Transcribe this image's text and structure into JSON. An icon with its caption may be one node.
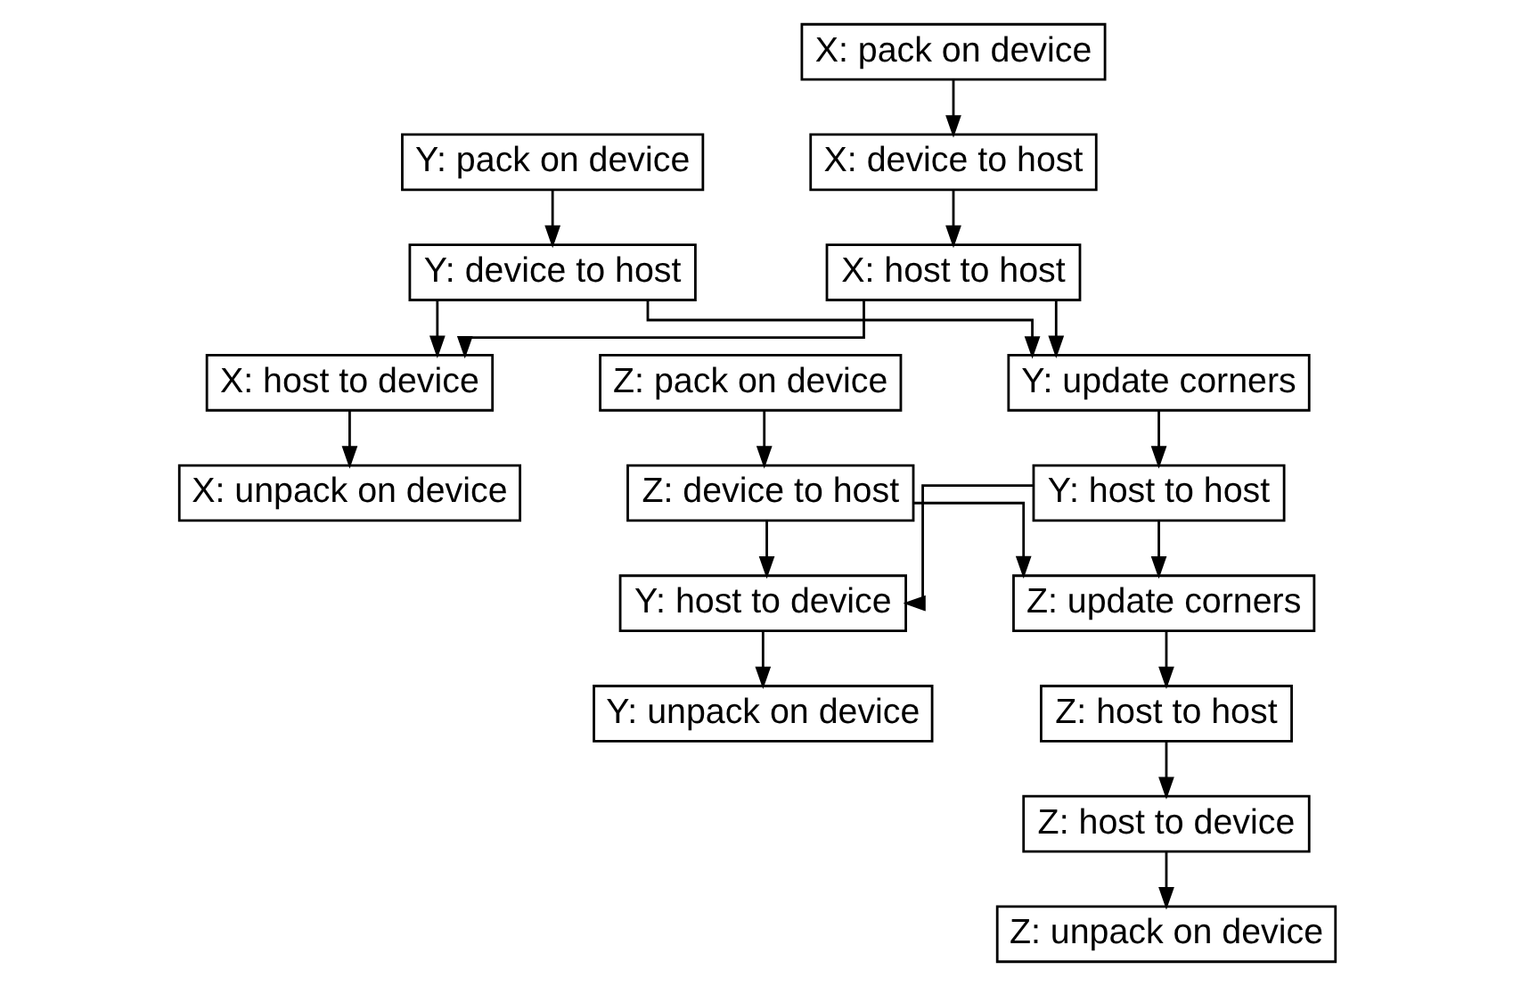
{
  "diagram": {
    "nodes": [
      {
        "text": [
          "X: pack on device"
        ]
      },
      {
        "text": [
          "Y: pack on device"
        ]
      },
      {
        "text": [
          "Z: pack on device"
        ]
      },
      {
        "text": [
          "X: device to host"
        ]
      },
      {
        "text": [
          "Y: device to host"
        ]
      },
      {
        "text": [
          "Z: device to host"
        ]
      },
      {
        "text": [
          "X: host to host"
        ]
      },
      {
        "text": [
          "X: host to device"
        ]
      },
      {
        "text": [
          "Y: update corners"
        ]
      },
      {
        "text": [
          "X: unpack on device"
        ]
      },
      {
        "text": [
          "Y: host to host"
        ]
      },
      {
        "text": [
          "Y: host to device"
        ]
      },
      {
        "text": [
          "Z: update corners"
        ]
      },
      {
        "text": [
          "Y: unpack on device"
        ]
      },
      {
        "text": [
          "Z: host to host"
        ]
      },
      {
        "text": [
          "Z: host to device"
        ]
      },
      {
        "text": [
          "Z: unpack on device"
        ]
      }
    ],
    "edges": [
      {
        "from": 0,
        "to": 3,
        "arrow": "to"
      },
      {
        "from": 3,
        "to": 6,
        "arrow": "to"
      },
      {
        "from": 6,
        "to": 7,
        "arrow": "to"
      },
      {
        "from": 6,
        "to": 8,
        "arrow": "to"
      },
      {
        "from": 4,
        "to": 7,
        "arrow": "to"
      },
      {
        "from": 4,
        "to": 8,
        "arrow": "to"
      },
      {
        "from": 7,
        "to": 9,
        "arrow": "to"
      },
      {
        "from": 1,
        "to": 4,
        "arrow": "to"
      },
      {
        "from": 8,
        "to": 10,
        "arrow": "to"
      },
      {
        "from": 10,
        "to": 11,
        "arrow": "to"
      },
      {
        "from": 10,
        "to": 12,
        "arrow": "to"
      },
      {
        "from": 5,
        "to": 11,
        "arrow": "to"
      },
      {
        "from": 5,
        "to": 12,
        "arrow": "to"
      },
      {
        "from": 11,
        "to": 13,
        "arrow": "to"
      },
      {
        "from": 2,
        "to": 5,
        "arrow": "to"
      },
      {
        "from": 12,
        "to": 14,
        "arrow": "to"
      },
      {
        "from": 14,
        "to": 15,
        "arrow": "to"
      },
      {
        "from": 15,
        "to": 16,
        "arrow": "to"
      }
    ]
  }
}
